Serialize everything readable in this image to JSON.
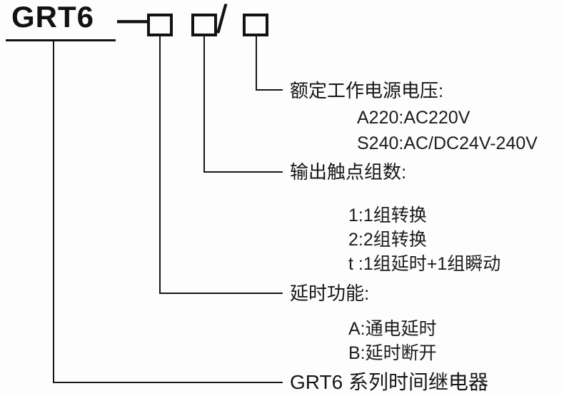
{
  "diagram": {
    "model_prefix": "GRT6",
    "dash": "—",
    "slash": "/",
    "callouts": {
      "voltage": {
        "label": "额定工作电源电压:",
        "items": [
          "A220:AC220V",
          "S240:AC/DC24V-240V"
        ]
      },
      "contacts": {
        "label": "输出触点组数:",
        "items": [
          "1:1组转换",
          "2:2组转换",
          "t :1组延时+1组瞬动"
        ]
      },
      "delay": {
        "label": "延时功能:",
        "items": [
          "A:通电延时",
          "B:延时断开"
        ]
      },
      "series": {
        "label": "GRT6 系列时间继电器"
      }
    }
  }
}
